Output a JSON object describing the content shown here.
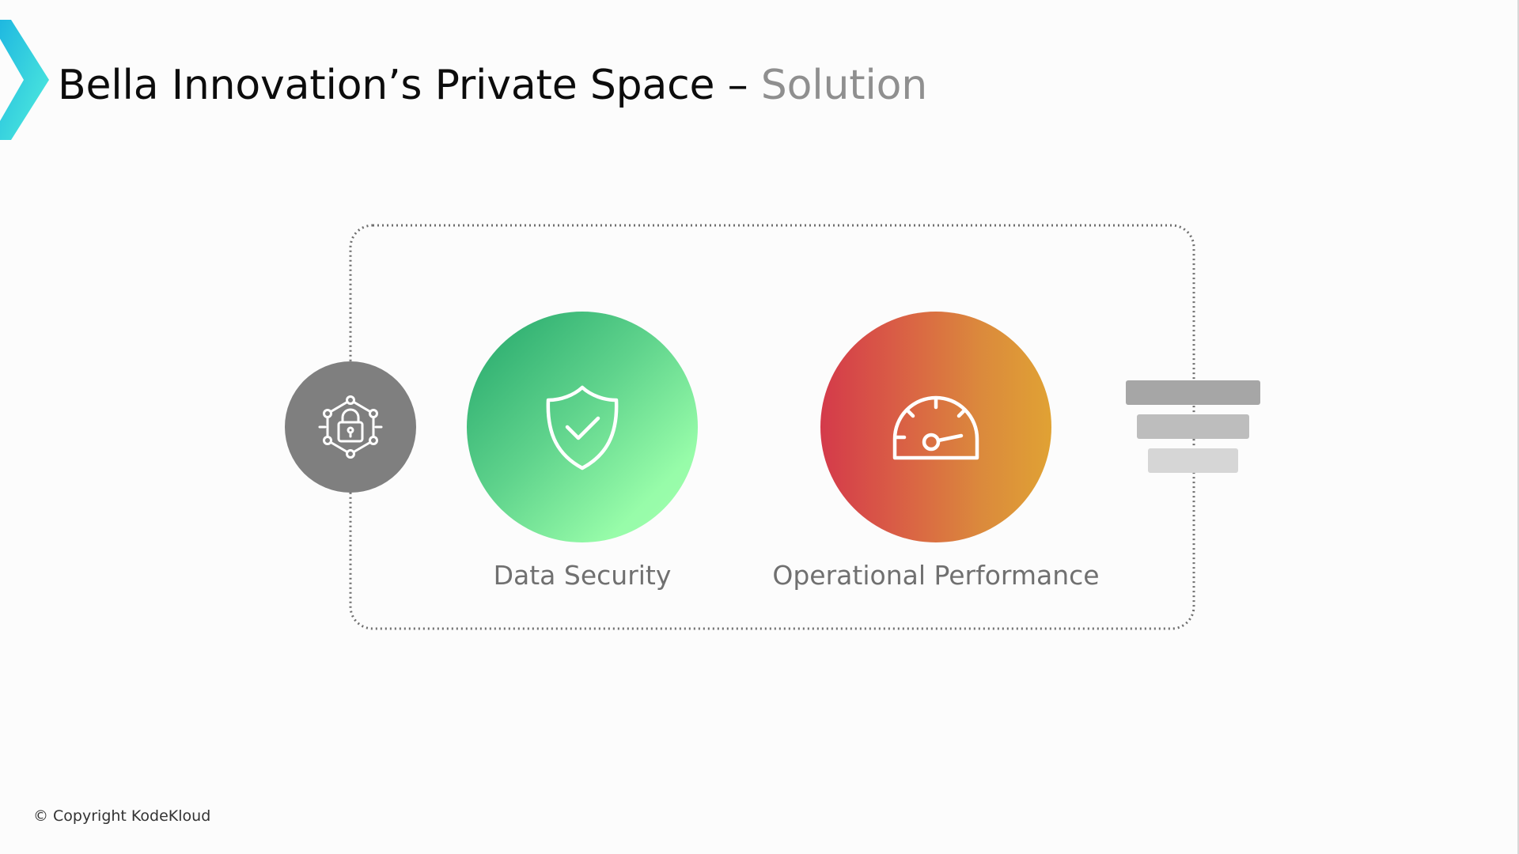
{
  "slide": {
    "title_main": "Bella Innovation’s Private Space –",
    "title_accent": "Solution"
  },
  "diagram": {
    "nodes": [
      {
        "label": "",
        "icon": "network-lock-icon",
        "color": "#7f7f7f"
      },
      {
        "label": "Data Security",
        "icon": "shield-check-icon",
        "gradient": [
          "#22a56a",
          "#a2ffb0"
        ]
      },
      {
        "label": "Operational Performance",
        "icon": "speedometer-icon",
        "gradient": [
          "#d43a4a",
          "#e0a234"
        ]
      },
      {
        "label": "",
        "icon": "filter-bars-icon",
        "color": "#a6a6a6"
      }
    ]
  },
  "footer": {
    "copyright": "© Copyright KodeKloud"
  },
  "colors": {
    "brand_accent": "#2fd6e8",
    "title_text": "#0c0c0c",
    "title_accent_text": "#8f8f8f",
    "label_text": "#707070"
  }
}
